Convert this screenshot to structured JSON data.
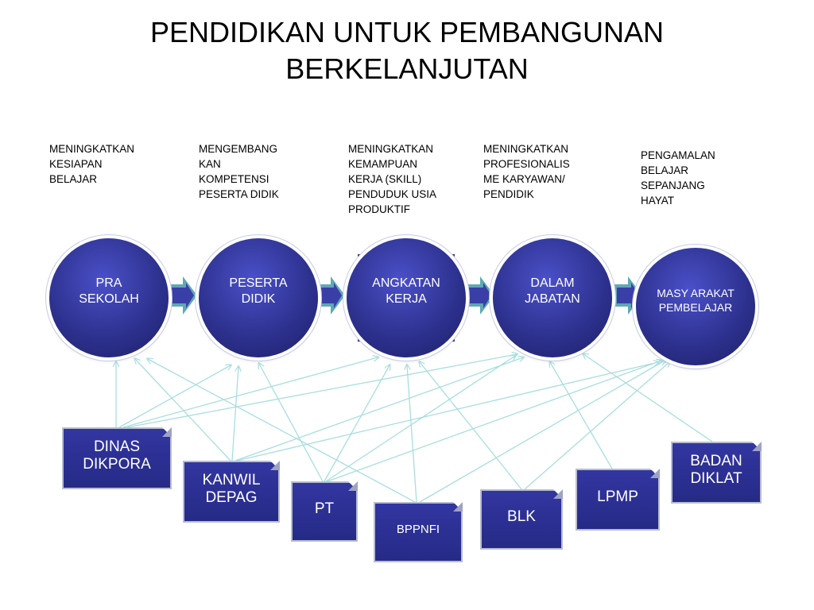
{
  "title": {
    "line1": "PENDIDIKAN UNTUK PEMBANGUNAN",
    "line2": "BERKELANJUTAN"
  },
  "stages": [
    {
      "id": "pra-sekolah",
      "lines": [
        "PRA",
        "SEKOLAH"
      ],
      "description": [
        "MENINGKATKAN",
        "KESIAPAN",
        "BELAJAR"
      ]
    },
    {
      "id": "peserta-didik",
      "lines": [
        "PESERTA",
        "DIDIK"
      ],
      "description": [
        "MENGEMBANG",
        "KAN",
        "KOMPETENSI",
        "PESERTA DIDIK"
      ]
    },
    {
      "id": "angkatan-kerja",
      "lines": [
        "ANGKATAN",
        "KERJA"
      ],
      "description": [
        "MENINGKATKAN",
        "KEMAMPUAN",
        "KERJA (SKILL)",
        "PENDUDUK USIA",
        "PRODUKTIF"
      ]
    },
    {
      "id": "dalam-jabatan",
      "lines": [
        "DALAM",
        "JABATAN"
      ],
      "description": [
        "MENINGKATKAN",
        "PROFESIONALIS",
        "ME KARYAWAN/",
        "PENDIDIK"
      ]
    },
    {
      "id": "masyarakat-pembelajar",
      "lines": [
        "MASY ARAKAT",
        "PEMBELAJAR"
      ],
      "description": [
        "PENGAMALAN",
        "BELAJAR",
        "SEPANJANG",
        "HAYAT"
      ]
    }
  ],
  "institutions": [
    {
      "id": "dinas-dikpora",
      "lines": [
        "DINAS",
        "DIKPORA"
      ]
    },
    {
      "id": "kanwil-depag",
      "lines": [
        "KANWIL",
        "DEPAG"
      ]
    },
    {
      "id": "pt",
      "lines": [
        "PT"
      ]
    },
    {
      "id": "bppnfi",
      "lines": [
        "BPPNFI"
      ]
    },
    {
      "id": "blk",
      "lines": [
        "BLK"
      ]
    },
    {
      "id": "lpmp",
      "lines": [
        "LPMP"
      ]
    },
    {
      "id": "badan-diklat",
      "lines": [
        "BADAN",
        "DIKLAT"
      ]
    }
  ],
  "colors": {
    "stage_fill": "#2e3290",
    "connector": "#a8dede",
    "chevron": "#5fa8b4"
  }
}
